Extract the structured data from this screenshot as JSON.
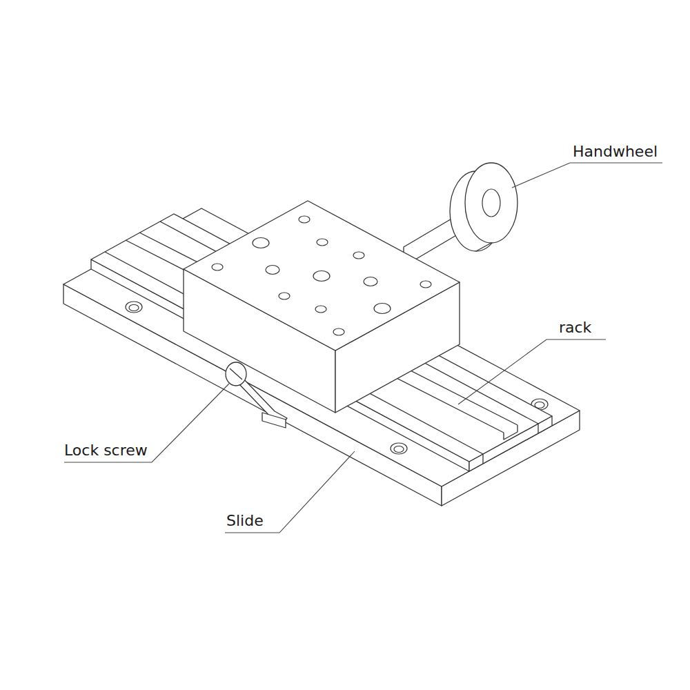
{
  "diagram": {
    "labels": [
      "Handwheel",
      "rack",
      "Lock screw",
      "Slide"
    ]
  }
}
